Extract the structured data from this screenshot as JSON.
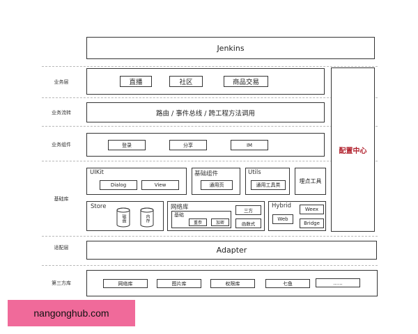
{
  "top_bar": "Jenkins",
  "rows": {
    "business_layer": "业务层",
    "business_flow": "业务流转",
    "business_components": "业务组件",
    "base_library": "基础库",
    "adapter_layer": "适配层",
    "third_party": "第三方库"
  },
  "business_layer_items": [
    "直播",
    "社区",
    "商品交易"
  ],
  "business_flow_text": "路由 / 事件总线 / 跨工程方法调用",
  "business_component_items": [
    "登录",
    "分享",
    "IM"
  ],
  "config_center": "配置中心",
  "uikit": {
    "title": "UIKit",
    "items": [
      "Dialog",
      "View"
    ]
  },
  "base_components": {
    "title": "基础组件",
    "item": "通用页"
  },
  "utils": {
    "title": "Utils",
    "item": "通用工具类"
  },
  "tracking_tool": "埋点工具",
  "store": {
    "title": "Store",
    "cylinders": [
      "磁盘",
      "内存"
    ]
  },
  "network": {
    "title": "网络库",
    "base_title": "基础",
    "base_items": [
      "重参",
      "加密"
    ],
    "side_items": [
      "三方",
      "函数式"
    ]
  },
  "hybrid": {
    "title": "Hybrid",
    "items": [
      "Web",
      "Weex",
      "Bridge"
    ]
  },
  "adapter": "Adapter",
  "third_party_items": [
    "网络库",
    "图片库",
    "权限库",
    "七鱼",
    "......"
  ],
  "watermark": "nangonghub.com"
}
